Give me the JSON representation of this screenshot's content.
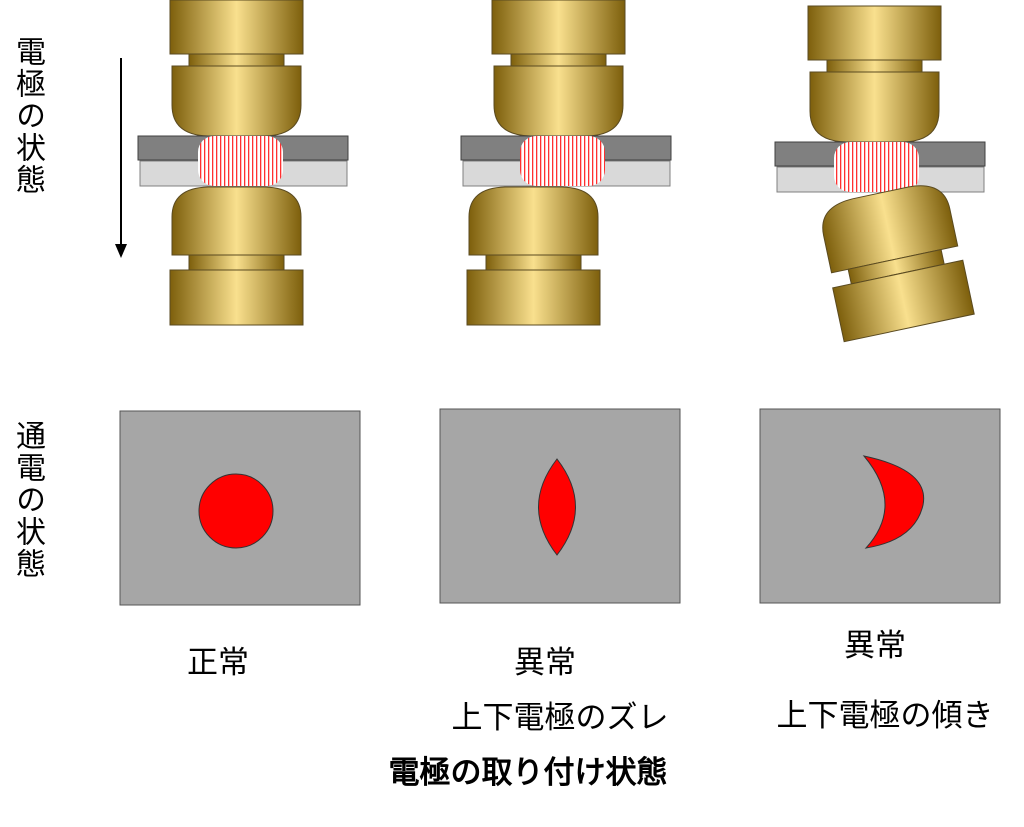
{
  "labels": {
    "electrode_state": "電極の状態",
    "current_state": "通電の状態"
  },
  "cases": [
    {
      "status": "正常",
      "description": ""
    },
    {
      "status": "異常",
      "description": "上下電極のズレ"
    },
    {
      "status": "異常",
      "description": "上下電極の傾き"
    }
  ],
  "caption": "電極の取り付け状態",
  "colors": {
    "electrode_dark": "#7d5f0c",
    "electrode_light": "#f9e08e",
    "upper_plate": "#808080",
    "lower_plate": "#d9d9d9",
    "panel": "#a6a6a6",
    "nugget": "#ff0000"
  }
}
